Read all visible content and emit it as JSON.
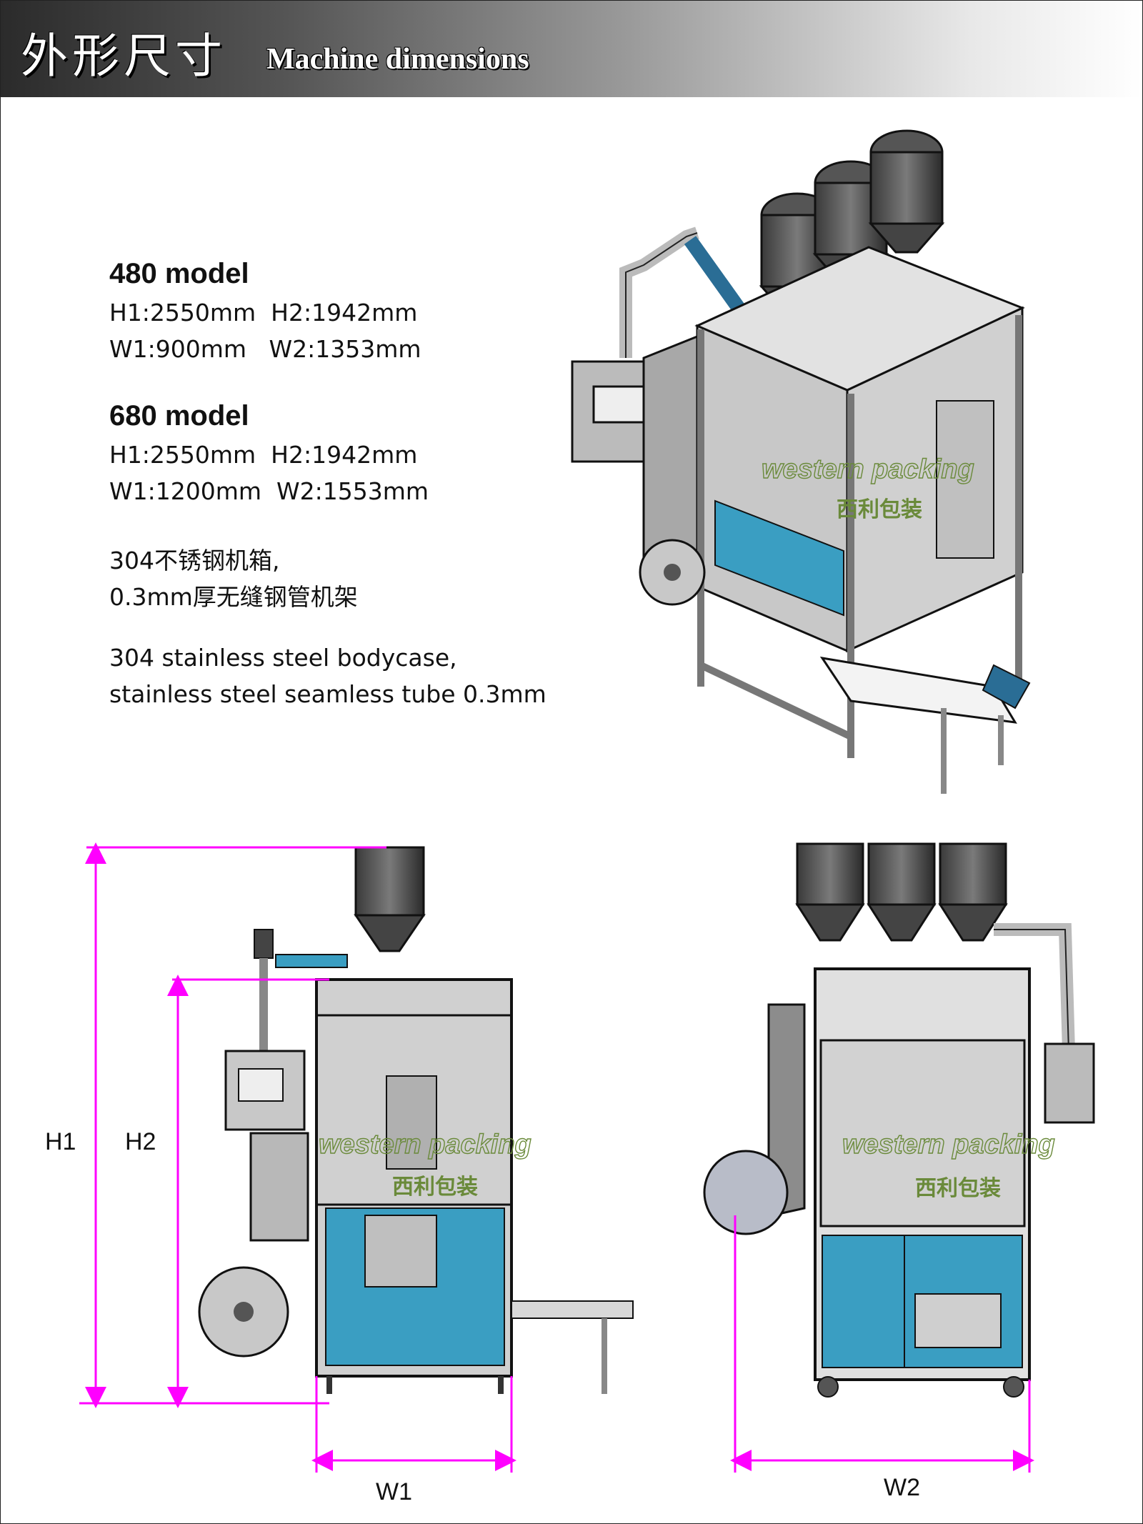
{
  "header": {
    "title_cn": "外形尺寸",
    "title_en": "Machine dimensions"
  },
  "models": [
    {
      "name": "480 model",
      "line1": "H1:2550mm  H2:1942mm",
      "line2": "W1:900mm   W2:1353mm"
    },
    {
      "name": "680 model",
      "line1": "H1:2550mm  H2:1942mm",
      "line2": "W1:1200mm  W2:1553mm"
    }
  ],
  "material_cn": {
    "line1": "304不锈钢机箱,",
    "line2": "0.3mm厚无缝钢管机架"
  },
  "material_en": {
    "line1": "304 stainless steel bodycase,",
    "line2": "stainless steel seamless tube 0.3mm"
  },
  "dimensions": {
    "h1": "H1",
    "h2": "H2",
    "w1": "W1",
    "w2": "W2"
  },
  "watermark": {
    "en": "western packing",
    "cn": "西利包装"
  },
  "colors": {
    "dimension_line": "#ff00ff",
    "panel_blue": "#3a9ec2",
    "frame_gray": "#9a9a9a"
  }
}
